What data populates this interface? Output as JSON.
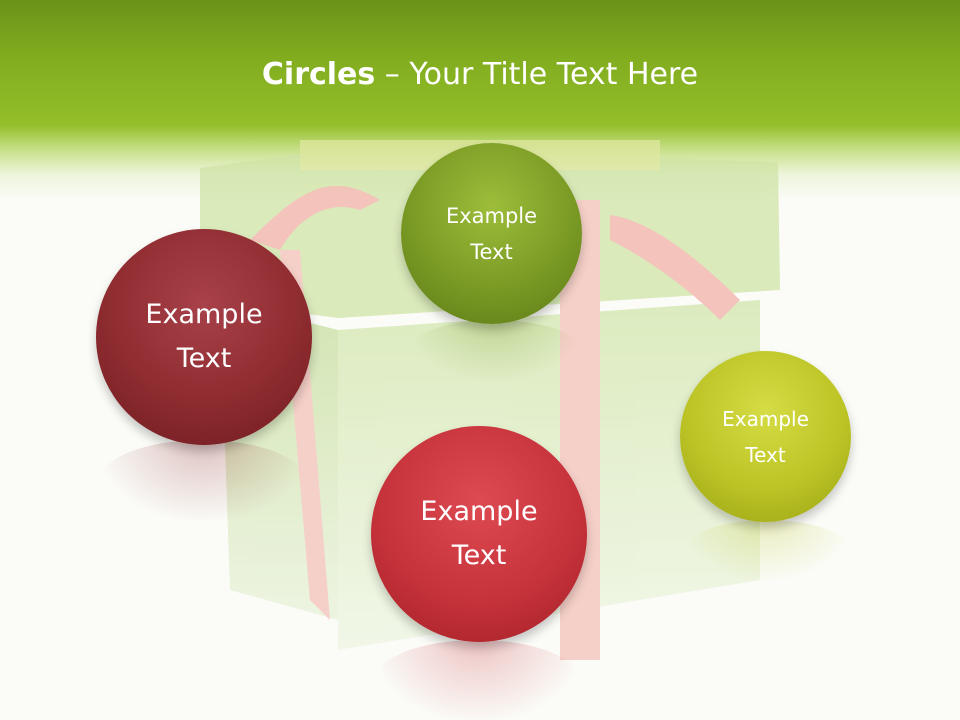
{
  "slide": {
    "title_bold": "Circles",
    "title_rest": " – Your Title Text Here"
  },
  "circles": [
    {
      "id": "green-top",
      "label": "Example\nText",
      "color": "#7a9a25"
    },
    {
      "id": "darkred-left",
      "label": "Example\nText",
      "color": "#8e2c30"
    },
    {
      "id": "red-bottom",
      "label": "Example\nText",
      "color": "#c7333b"
    },
    {
      "id": "yellow-right",
      "label": "Example\nText",
      "color": "#bcc426"
    }
  ],
  "colors": {
    "header": "#82ad1f",
    "gift_box": "#d6e8b4",
    "ribbon": "#f0a5a0"
  }
}
